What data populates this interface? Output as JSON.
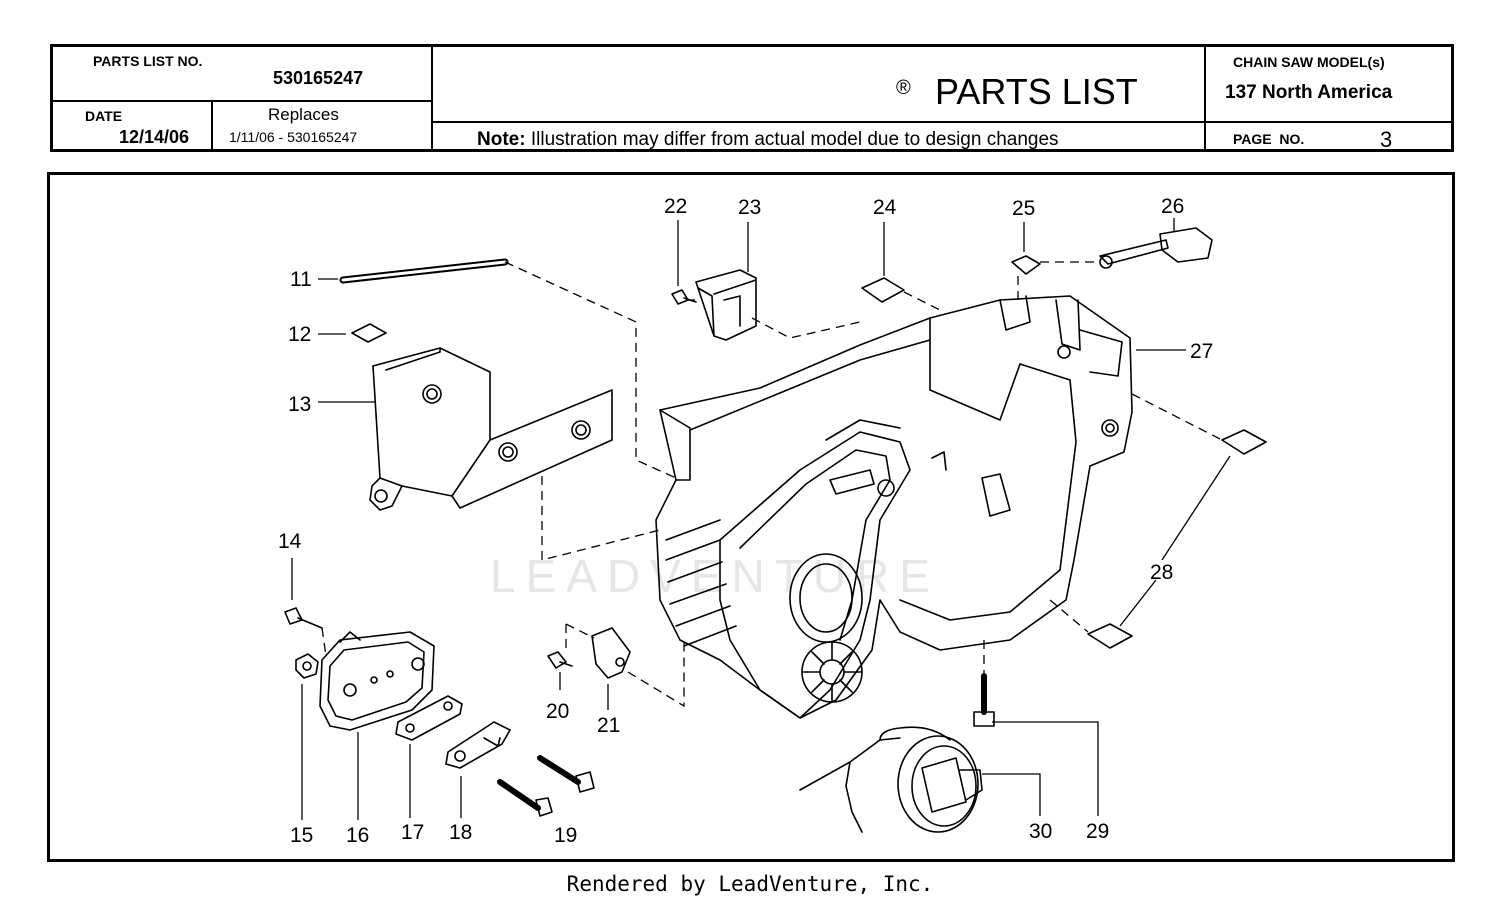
{
  "header": {
    "parts_list_no_label": "PARTS LIST NO.",
    "parts_list_no_value": "530165247",
    "date_label": "DATE",
    "date_value": "12/14/06",
    "replaces_label": "Replaces",
    "replaces_value": "1/11/06 - 530165247",
    "registered_mark": "®",
    "title": "PARTS LIST",
    "note_label": "Note:",
    "note_text": "Illustration may differ from actual model due to design changes",
    "model_label": "CHAIN SAW MODEL(s)",
    "model_value": "137 North America",
    "page_label": "PAGE  NO.",
    "page_value": "3"
  },
  "diagram": {
    "watermark": "LEADVENTURE",
    "callouts": [
      "11",
      "12",
      "13",
      "14",
      "15",
      "16",
      "17",
      "18",
      "19",
      "20",
      "21",
      "22",
      "23",
      "24",
      "25",
      "26",
      "27",
      "28",
      "29",
      "30"
    ]
  },
  "footer": {
    "rendered_by": "Rendered by LeadVenture, Inc."
  }
}
